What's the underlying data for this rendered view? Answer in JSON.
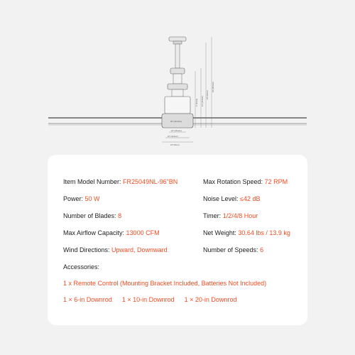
{
  "specs": {
    "model_label": "Item Model Number:",
    "model_value": "FR25049NL-96\"BN",
    "speed_label": "Max Rotation Speed:",
    "speed_value": "72 RPM",
    "power_label": "Power:",
    "power_value": "50 W",
    "noise_label": "Noise Level:",
    "noise_value": "≤42 dB",
    "blades_label": "Number of Blades:",
    "blades_value": "8",
    "timer_label": "Timer:",
    "timer_value": "1/2/4/8 Hour",
    "airflow_label": "Max Airflow Capacity:",
    "airflow_value": "13000 CFM",
    "weight_label": "Net Weight:",
    "weight_value": "30.64 lbs / 13.9 kg",
    "wind_label": "Wind Directions:",
    "wind_value": "Upward, Downward",
    "speeds_label": "Number of Speeds:",
    "speeds_value": "6"
  },
  "accessories": {
    "title": "Accessories:",
    "remote": "1 x Remote Control (Mounting Bracket Included, Batteries Not Included)",
    "downrod_6": "1 × 6-in Downrod",
    "downrod_10": "1 × 10-in Downrod",
    "downrod_20": "1 × 20-in Downrod"
  },
  "diagram": {
    "dim_labels": {
      "d1": "10\" (25.4cm)",
      "d2": "16\" (40.6cm)",
      "d3": "24\" (61cm)",
      "d4": "96\" (243.8cm)",
      "h1": "4\" (10cm)",
      "h2": "12\" (30.5cm)",
      "h3": "24\" (61cm)",
      "h4": "34\" (86.4cm)"
    }
  }
}
